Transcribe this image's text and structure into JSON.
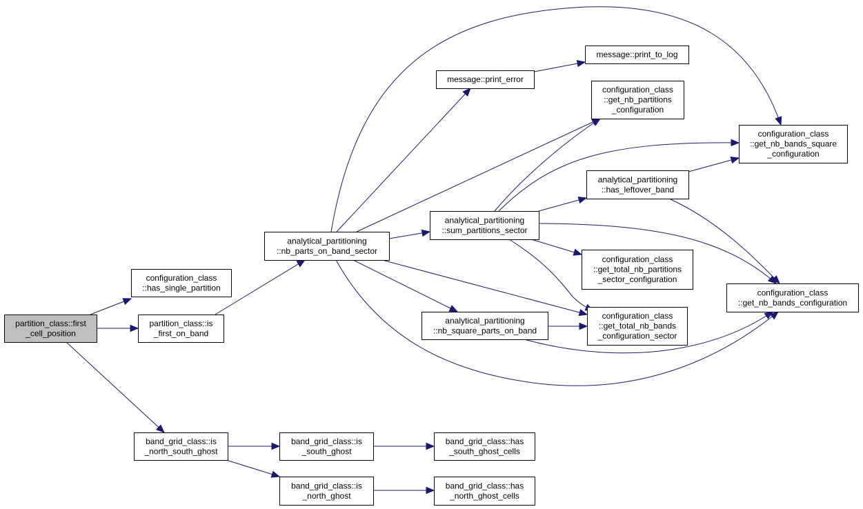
{
  "graph": {
    "nodes": [
      {
        "id": "first_cell_position",
        "lines": [
          "partition_class::first",
          "_cell_position"
        ],
        "root": true
      },
      {
        "id": "has_single_partition",
        "lines": [
          "configuration_class",
          "::has_single_partition"
        ]
      },
      {
        "id": "is_first_on_band",
        "lines": [
          "partition_class::is",
          "_first_on_band"
        ]
      },
      {
        "id": "is_north_south_ghost",
        "lines": [
          "band_grid_class::is",
          "_north_south_ghost"
        ]
      },
      {
        "id": "nb_parts_on_band_sector",
        "lines": [
          "analytical_partitioning",
          "::nb_parts_on_band_sector"
        ]
      },
      {
        "id": "is_south_ghost",
        "lines": [
          "band_grid_class::is",
          "_south_ghost"
        ]
      },
      {
        "id": "is_north_ghost",
        "lines": [
          "band_grid_class::is",
          "_north_ghost"
        ]
      },
      {
        "id": "has_south_ghost_cells",
        "lines": [
          "band_grid_class::has",
          "_south_ghost_cells"
        ]
      },
      {
        "id": "has_north_ghost_cells",
        "lines": [
          "band_grid_class::has",
          "_north_ghost_cells"
        ]
      },
      {
        "id": "print_error",
        "lines": [
          "message::print_error"
        ]
      },
      {
        "id": "print_to_log",
        "lines": [
          "message::print_to_log"
        ]
      },
      {
        "id": "get_nb_partitions_configuration",
        "lines": [
          "configuration_class",
          "::get_nb_partitions",
          "_configuration"
        ]
      },
      {
        "id": "get_nb_bands_square_configuration",
        "lines": [
          "configuration_class",
          "::get_nb_bands_square",
          "_configuration"
        ]
      },
      {
        "id": "has_leftover_band",
        "lines": [
          "analytical_partitioning",
          "::has_leftover_band"
        ]
      },
      {
        "id": "sum_partitions_sector",
        "lines": [
          "analytical_partitioning",
          "::sum_partitions_sector"
        ]
      },
      {
        "id": "get_total_nb_partitions_sector_configuration",
        "lines": [
          "configuration_class",
          "::get_total_nb_partitions",
          "_sector_configuration"
        ]
      },
      {
        "id": "get_nb_bands_configuration",
        "lines": [
          "configuration_class",
          "::get_nb_bands_configuration"
        ]
      },
      {
        "id": "nb_square_parts_on_band",
        "lines": [
          "analytical_partitioning",
          "::nb_square_parts_on_band"
        ]
      },
      {
        "id": "get_total_nb_bands_configuration_sector",
        "lines": [
          "configuration_class",
          "::get_total_nb_bands",
          "_configuration_sector"
        ]
      }
    ],
    "edges": [
      {
        "from": "first_cell_position",
        "to": "has_single_partition"
      },
      {
        "from": "first_cell_position",
        "to": "is_first_on_band"
      },
      {
        "from": "first_cell_position",
        "to": "is_north_south_ghost"
      },
      {
        "from": "is_first_on_band",
        "to": "nb_parts_on_band_sector"
      },
      {
        "from": "nb_parts_on_band_sector",
        "to": "print_error"
      },
      {
        "from": "nb_parts_on_band_sector",
        "to": "get_nb_partitions_configuration"
      },
      {
        "from": "nb_parts_on_band_sector",
        "to": "get_nb_bands_square_configuration"
      },
      {
        "from": "nb_parts_on_band_sector",
        "to": "sum_partitions_sector"
      },
      {
        "from": "nb_parts_on_band_sector",
        "to": "get_total_nb_bands_configuration_sector"
      },
      {
        "from": "nb_parts_on_band_sector",
        "to": "nb_square_parts_on_band"
      },
      {
        "from": "nb_parts_on_band_sector",
        "to": "get_nb_bands_configuration"
      },
      {
        "from": "print_error",
        "to": "print_to_log"
      },
      {
        "from": "sum_partitions_sector",
        "to": "get_nb_partitions_configuration"
      },
      {
        "from": "sum_partitions_sector",
        "to": "get_nb_bands_square_configuration"
      },
      {
        "from": "sum_partitions_sector",
        "to": "has_leftover_band"
      },
      {
        "from": "sum_partitions_sector",
        "to": "get_total_nb_partitions_sector_configuration"
      },
      {
        "from": "sum_partitions_sector",
        "to": "get_total_nb_bands_configuration_sector"
      },
      {
        "from": "sum_partitions_sector",
        "to": "get_nb_bands_configuration"
      },
      {
        "from": "has_leftover_band",
        "to": "get_nb_bands_square_configuration"
      },
      {
        "from": "has_leftover_band",
        "to": "get_nb_bands_configuration"
      },
      {
        "from": "nb_square_parts_on_band",
        "to": "get_total_nb_bands_configuration_sector"
      },
      {
        "from": "nb_square_parts_on_band",
        "to": "get_nb_bands_configuration"
      },
      {
        "from": "is_north_south_ghost",
        "to": "is_south_ghost"
      },
      {
        "from": "is_north_south_ghost",
        "to": "is_north_ghost"
      },
      {
        "from": "is_south_ghost",
        "to": "has_south_ghost_cells"
      },
      {
        "from": "is_north_ghost",
        "to": "has_north_ghost_cells"
      }
    ]
  }
}
